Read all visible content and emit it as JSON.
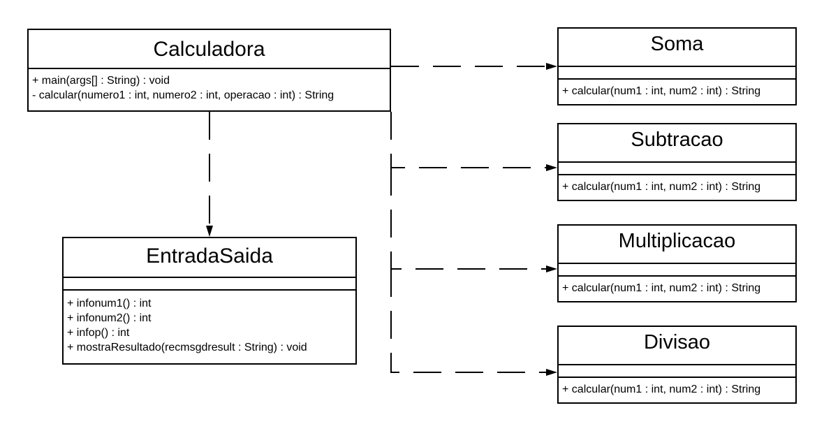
{
  "classes": {
    "calculadora": {
      "name": "Calculadora",
      "operations": [
        "+ main(args[] : String) : void",
        "- calcular(numero1 : int, numero2 : int, operacao : int) : String"
      ]
    },
    "entrada_saida": {
      "name": "EntradaSaida",
      "operations": [
        "+ infonum1() : int",
        "+ infonum2() : int",
        "+ infop() : int",
        "+ mostraResultado(recmsgdresult : String) : void"
      ]
    },
    "soma": {
      "name": "Soma",
      "operations": [
        "+ calcular(num1 : int, num2 : int) : String"
      ]
    },
    "subtracao": {
      "name": "Subtracao",
      "operations": [
        "+ calcular(num1 : int, num2 : int) : String"
      ]
    },
    "multiplicacao": {
      "name": "Multiplicacao",
      "operations": [
        "+ calcular(num1 : int, num2 : int) : String"
      ]
    },
    "divisao": {
      "name": "Divisao",
      "operations": [
        "+ calcular(num1 : int, num2 : int) : String"
      ]
    }
  },
  "relationships": [
    {
      "from": "Calculadora",
      "to": "EntradaSaida",
      "type": "dependency"
    },
    {
      "from": "Calculadora",
      "to": "Soma",
      "type": "dependency"
    },
    {
      "from": "Calculadora",
      "to": "Subtracao",
      "type": "dependency"
    },
    {
      "from": "Calculadora",
      "to": "Multiplicacao",
      "type": "dependency"
    },
    {
      "from": "Calculadora",
      "to": "Divisao",
      "type": "dependency"
    }
  ]
}
